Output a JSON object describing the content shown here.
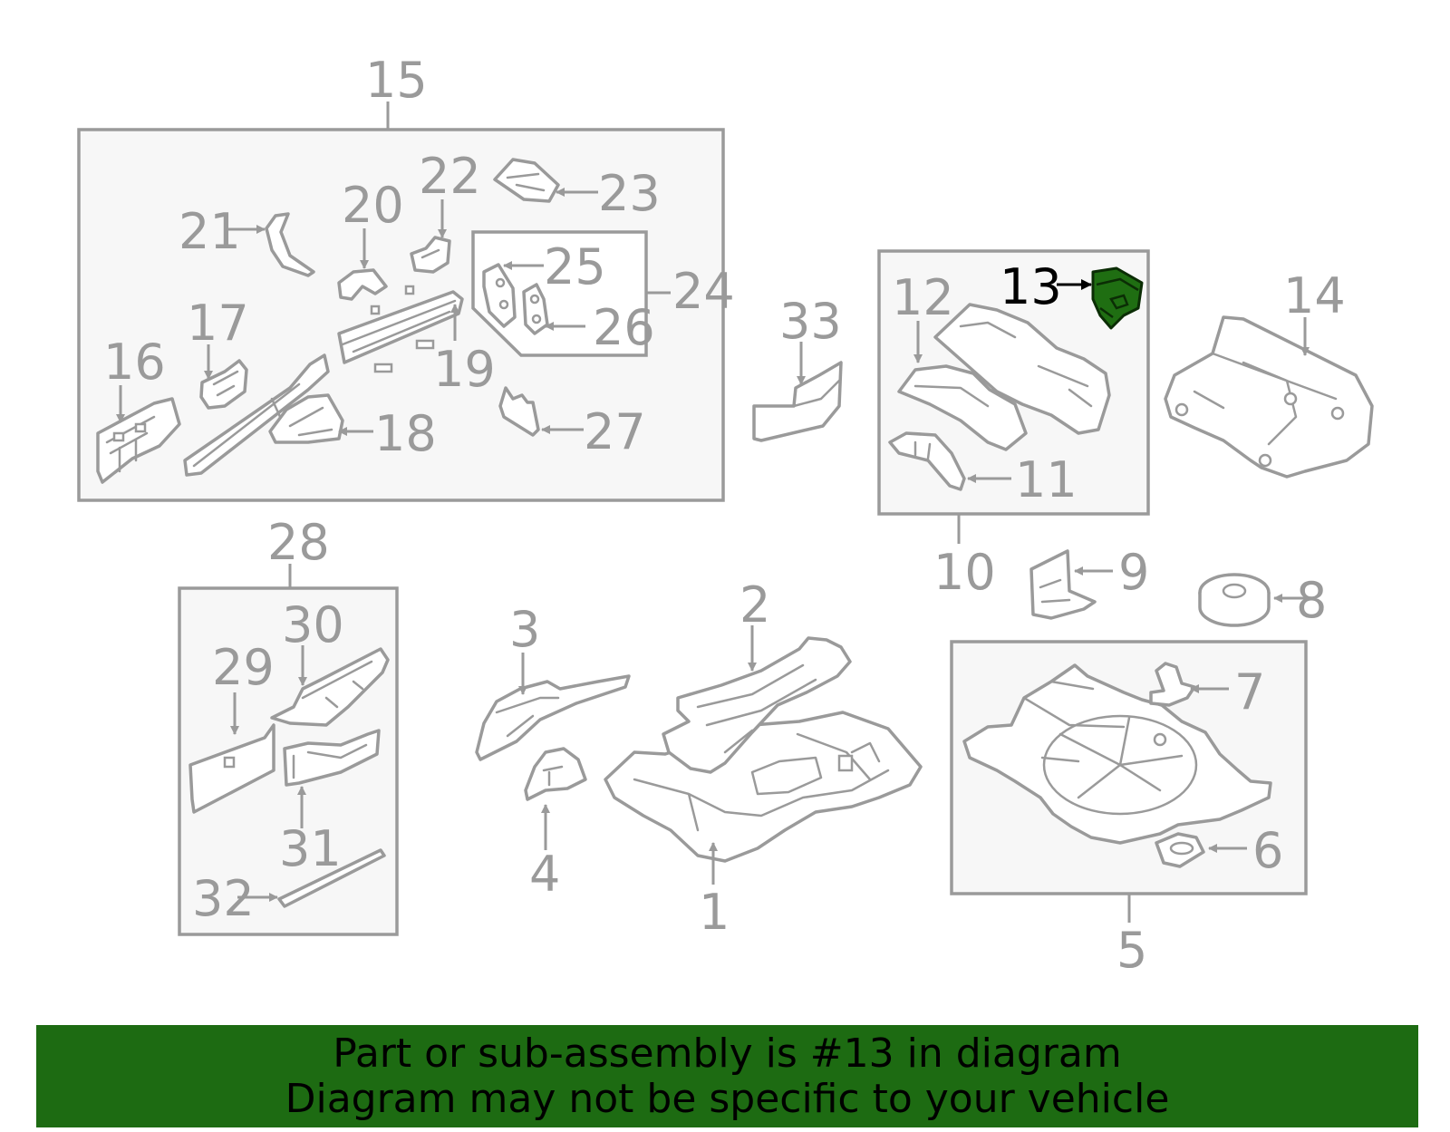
{
  "diagram": {
    "highlighted_part": "13",
    "highlight_color": "#1f6e12",
    "line_color": "#9a9a9a",
    "callouts": {
      "c1": "1",
      "c2": "2",
      "c3": "3",
      "c4": "4",
      "c5": "5",
      "c6": "6",
      "c7": "7",
      "c8": "8",
      "c9": "9",
      "c10": "10",
      "c11": "11",
      "c12": "12",
      "c13": "13",
      "c14": "14",
      "c15": "15",
      "c16": "16",
      "c17": "17",
      "c18": "18",
      "c19": "19",
      "c20": "20",
      "c21": "21",
      "c22": "22",
      "c23": "23",
      "c24": "24",
      "c25": "25",
      "c26": "26",
      "c27": "27",
      "c28": "28",
      "c29": "29",
      "c30": "30",
      "c31": "31",
      "c32": "32",
      "c33": "33"
    }
  },
  "banner": {
    "color": "#1d6b12",
    "line1": "Part or sub-assembly is #13 in diagram",
    "line2": "Diagram may not be specific to your vehicle"
  }
}
